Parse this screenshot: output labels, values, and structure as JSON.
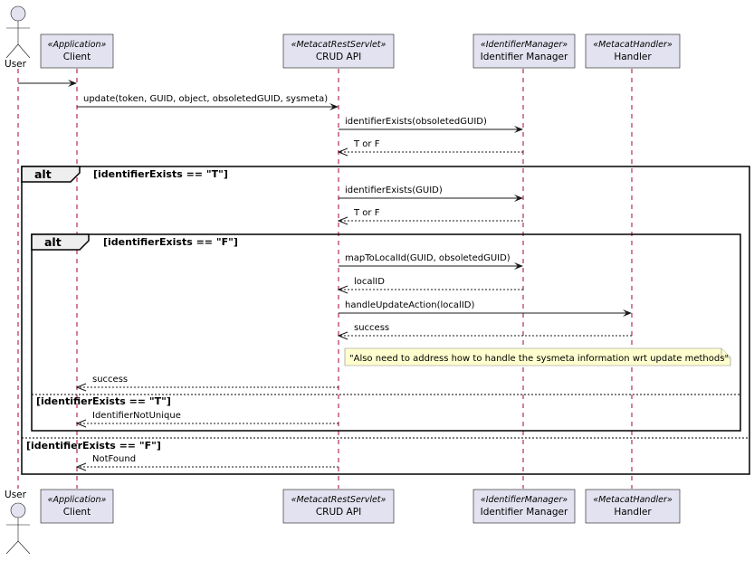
{
  "participants": [
    {
      "id": "user",
      "kind": "actor",
      "name": "User"
    },
    {
      "id": "client",
      "kind": "box",
      "stereotype": "«Application»",
      "name": "Client"
    },
    {
      "id": "crud",
      "kind": "box",
      "stereotype": "«MetacatRestServlet»",
      "name": "CRUD API"
    },
    {
      "id": "idm",
      "kind": "box",
      "stereotype": "«IdentifierManager»",
      "name": "Identifier Manager"
    },
    {
      "id": "handler",
      "kind": "box",
      "stereotype": "«MetacatHandler»",
      "name": "Handler"
    }
  ],
  "messages": [
    {
      "from": "user",
      "to": "client",
      "label": "",
      "dashed": false
    },
    {
      "from": "client",
      "to": "crud",
      "label": "update(token, GUID, object, obsoletedGUID, sysmeta)",
      "dashed": false
    },
    {
      "from": "crud",
      "to": "idm",
      "label": "identifierExists(obsoletedGUID)",
      "dashed": false
    },
    {
      "from": "idm",
      "to": "crud",
      "label": "T or F",
      "dashed": true
    },
    {
      "from": "crud",
      "to": "idm",
      "label": "identifierExists(GUID)",
      "dashed": false
    },
    {
      "from": "idm",
      "to": "crud",
      "label": "T or F",
      "dashed": true
    },
    {
      "from": "crud",
      "to": "idm",
      "label": "mapToLocalId(GUID, obsoletedGUID)",
      "dashed": false
    },
    {
      "from": "idm",
      "to": "crud",
      "label": "localID",
      "dashed": true
    },
    {
      "from": "crud",
      "to": "handler",
      "label": "handleUpdateAction(localID)",
      "dashed": false
    },
    {
      "from": "handler",
      "to": "crud",
      "label": "success",
      "dashed": true
    },
    {
      "from": "crud",
      "to": "client",
      "label": "success",
      "dashed": true
    },
    {
      "from": "crud",
      "to": "client",
      "label": "IdentifierNotUnique",
      "dashed": true
    },
    {
      "from": "crud",
      "to": "client",
      "label": "NotFound",
      "dashed": true
    }
  ],
  "fragments": {
    "outer": {
      "keyword": "alt",
      "guard": "[identifierExists == \"T\"]",
      "else_guard": "[identifierExists == \"F\"]"
    },
    "inner": {
      "keyword": "alt",
      "guard": "[identifierExists == \"F\"]",
      "else_guard": "[identifierExists == \"T\"]"
    }
  },
  "note": "\"Also need to address how to handle the sysmeta information wrt update methods\""
}
